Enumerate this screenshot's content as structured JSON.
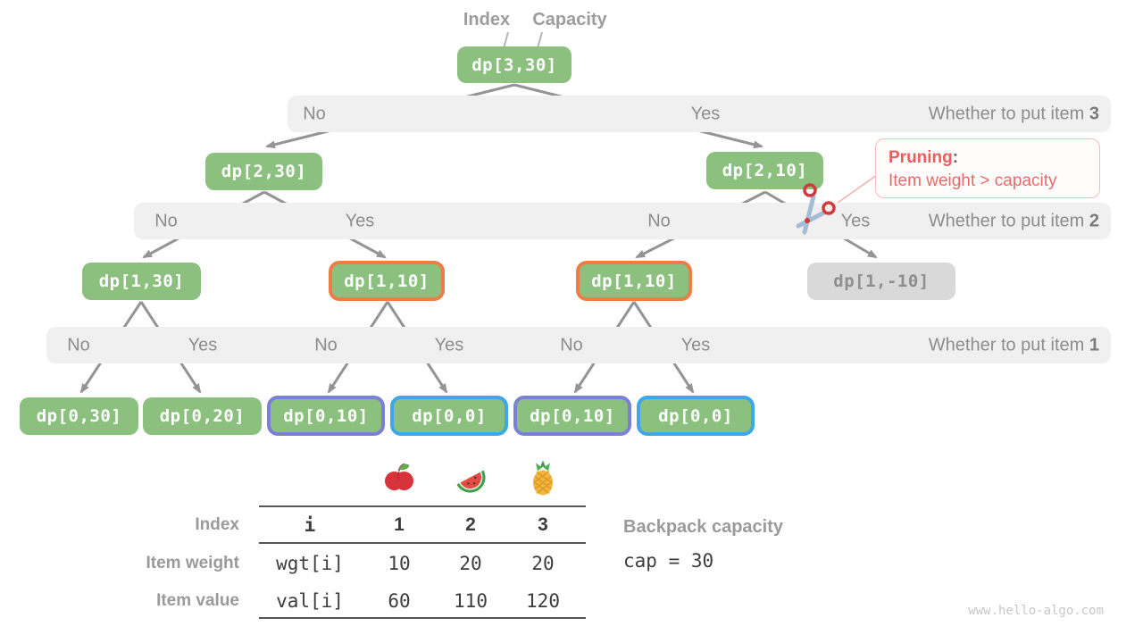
{
  "top_labels": {
    "index": "Index",
    "capacity": "Capacity"
  },
  "nodes": [
    {
      "id": "dp-3-30",
      "label": "dp[3,30]",
      "variant": "green"
    },
    {
      "id": "dp-2-30",
      "label": "dp[2,30]",
      "variant": "green"
    },
    {
      "id": "dp-2-10",
      "label": "dp[2,10]",
      "variant": "green"
    },
    {
      "id": "dp-1-30",
      "label": "dp[1,30]",
      "variant": "green"
    },
    {
      "id": "dp-1-10-a",
      "label": "dp[1,10]",
      "variant": "orange"
    },
    {
      "id": "dp-1-10-b",
      "label": "dp[1,10]",
      "variant": "orange"
    },
    {
      "id": "dp-1-n10",
      "label": "dp[1,-10]",
      "variant": "gray"
    },
    {
      "id": "dp-0-30",
      "label": "dp[0,30]",
      "variant": "green"
    },
    {
      "id": "dp-0-20",
      "label": "dp[0,20]",
      "variant": "green"
    },
    {
      "id": "dp-0-10-a",
      "label": "dp[0,10]",
      "variant": "purple"
    },
    {
      "id": "dp-0-0-a",
      "label": "dp[0,0]",
      "variant": "blue"
    },
    {
      "id": "dp-0-10-b",
      "label": "dp[0,10]",
      "variant": "purple"
    },
    {
      "id": "dp-0-0-b",
      "label": "dp[0,0]",
      "variant": "blue"
    }
  ],
  "bands": [
    {
      "question_prefix": "Whether to put item ",
      "item": "3",
      "labels": [
        "No",
        "Yes"
      ]
    },
    {
      "question_prefix": "Whether to put item ",
      "item": "2",
      "labels": [
        "No",
        "Yes",
        "No",
        "Yes"
      ]
    },
    {
      "question_prefix": "Whether to put item ",
      "item": "1",
      "labels": [
        "No",
        "Yes",
        "No",
        "Yes",
        "No",
        "Yes"
      ]
    }
  ],
  "pruning": {
    "title": "Pruning",
    "colon": ":",
    "body": "Item weight > capacity"
  },
  "table": {
    "row_headers": [
      "Index",
      "Item weight",
      "Item value"
    ],
    "fruits": [
      "apple-icon",
      "watermelon-icon",
      "pineapple-icon"
    ],
    "header_row": [
      "i",
      "1",
      "2",
      "3"
    ],
    "weight_row": [
      "wgt[i]",
      "10",
      "20",
      "20"
    ],
    "value_row": [
      "val[i]",
      "60",
      "110",
      "120"
    ]
  },
  "capacity": {
    "label": "Backpack capacity",
    "value": "cap = 30"
  },
  "watermark": "www.hello-algo.com",
  "colors": {
    "node_green": "#8cc07f",
    "node_gray": "#d9d9d9",
    "highlight_orange": "#ee7d45",
    "highlight_purple": "#7b80d5",
    "highlight_blue": "#3fa6ea",
    "pruning_red": "#e85d5d",
    "arrow_gray": "#949494"
  }
}
